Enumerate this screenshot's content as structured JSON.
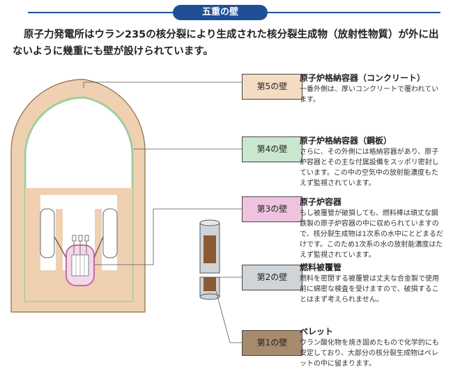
{
  "title": "五重の壁",
  "intro": "原子力発電所はウラン235の核分裂により生成された核分裂生成物（放射性物質）が外に出ないように幾重にも壁が設けられています。",
  "colors": {
    "title_bg": "#1f4f95",
    "wall5": "#f4dcc3",
    "wall4": "#c9e7cf",
    "wall3": "#efc3df",
    "wall2": "#cfd4d9",
    "wall1": "#a88a6c",
    "concrete": "#efd0b1",
    "steel_liner": "#9fce9f"
  },
  "walls": [
    {
      "label": "第5の壁",
      "heading": "原子炉格納容器（コンクリート）",
      "text": "一番外側は、厚いコンクリートで覆われています。"
    },
    {
      "label": "第4の壁",
      "heading": "原子炉格納容器（鋼板）",
      "text": "さらに、その外側には格納容器があり、原子炉容器とその主な付属設備をスッポリ密封しています。この中の空気中の放射能濃度もたえず監視されています。"
    },
    {
      "label": "第3の壁",
      "heading": "原子炉容器",
      "text": "もし被覆管が破損しても、燃料棒は頑丈な鋼鉄製の原子炉容器の中に収められていますので、核分裂生成物は1次系の水中にとどまるだけです。このため1次系の水の放射能濃度はたえず監視されています。"
    },
    {
      "label": "第2の壁",
      "heading": "燃料被覆管",
      "text": "燃料を密閉する被覆管は丈夫な合金製で使用前に綿密な検査を受けますので、破損することはまず考えられません。"
    },
    {
      "label": "第1の壁",
      "heading": "ペレット",
      "text": "ウラン酸化物を焼き固めたもので化学的にも安定しており、大部分の核分裂生成物はペレットの中に留まります。"
    }
  ]
}
